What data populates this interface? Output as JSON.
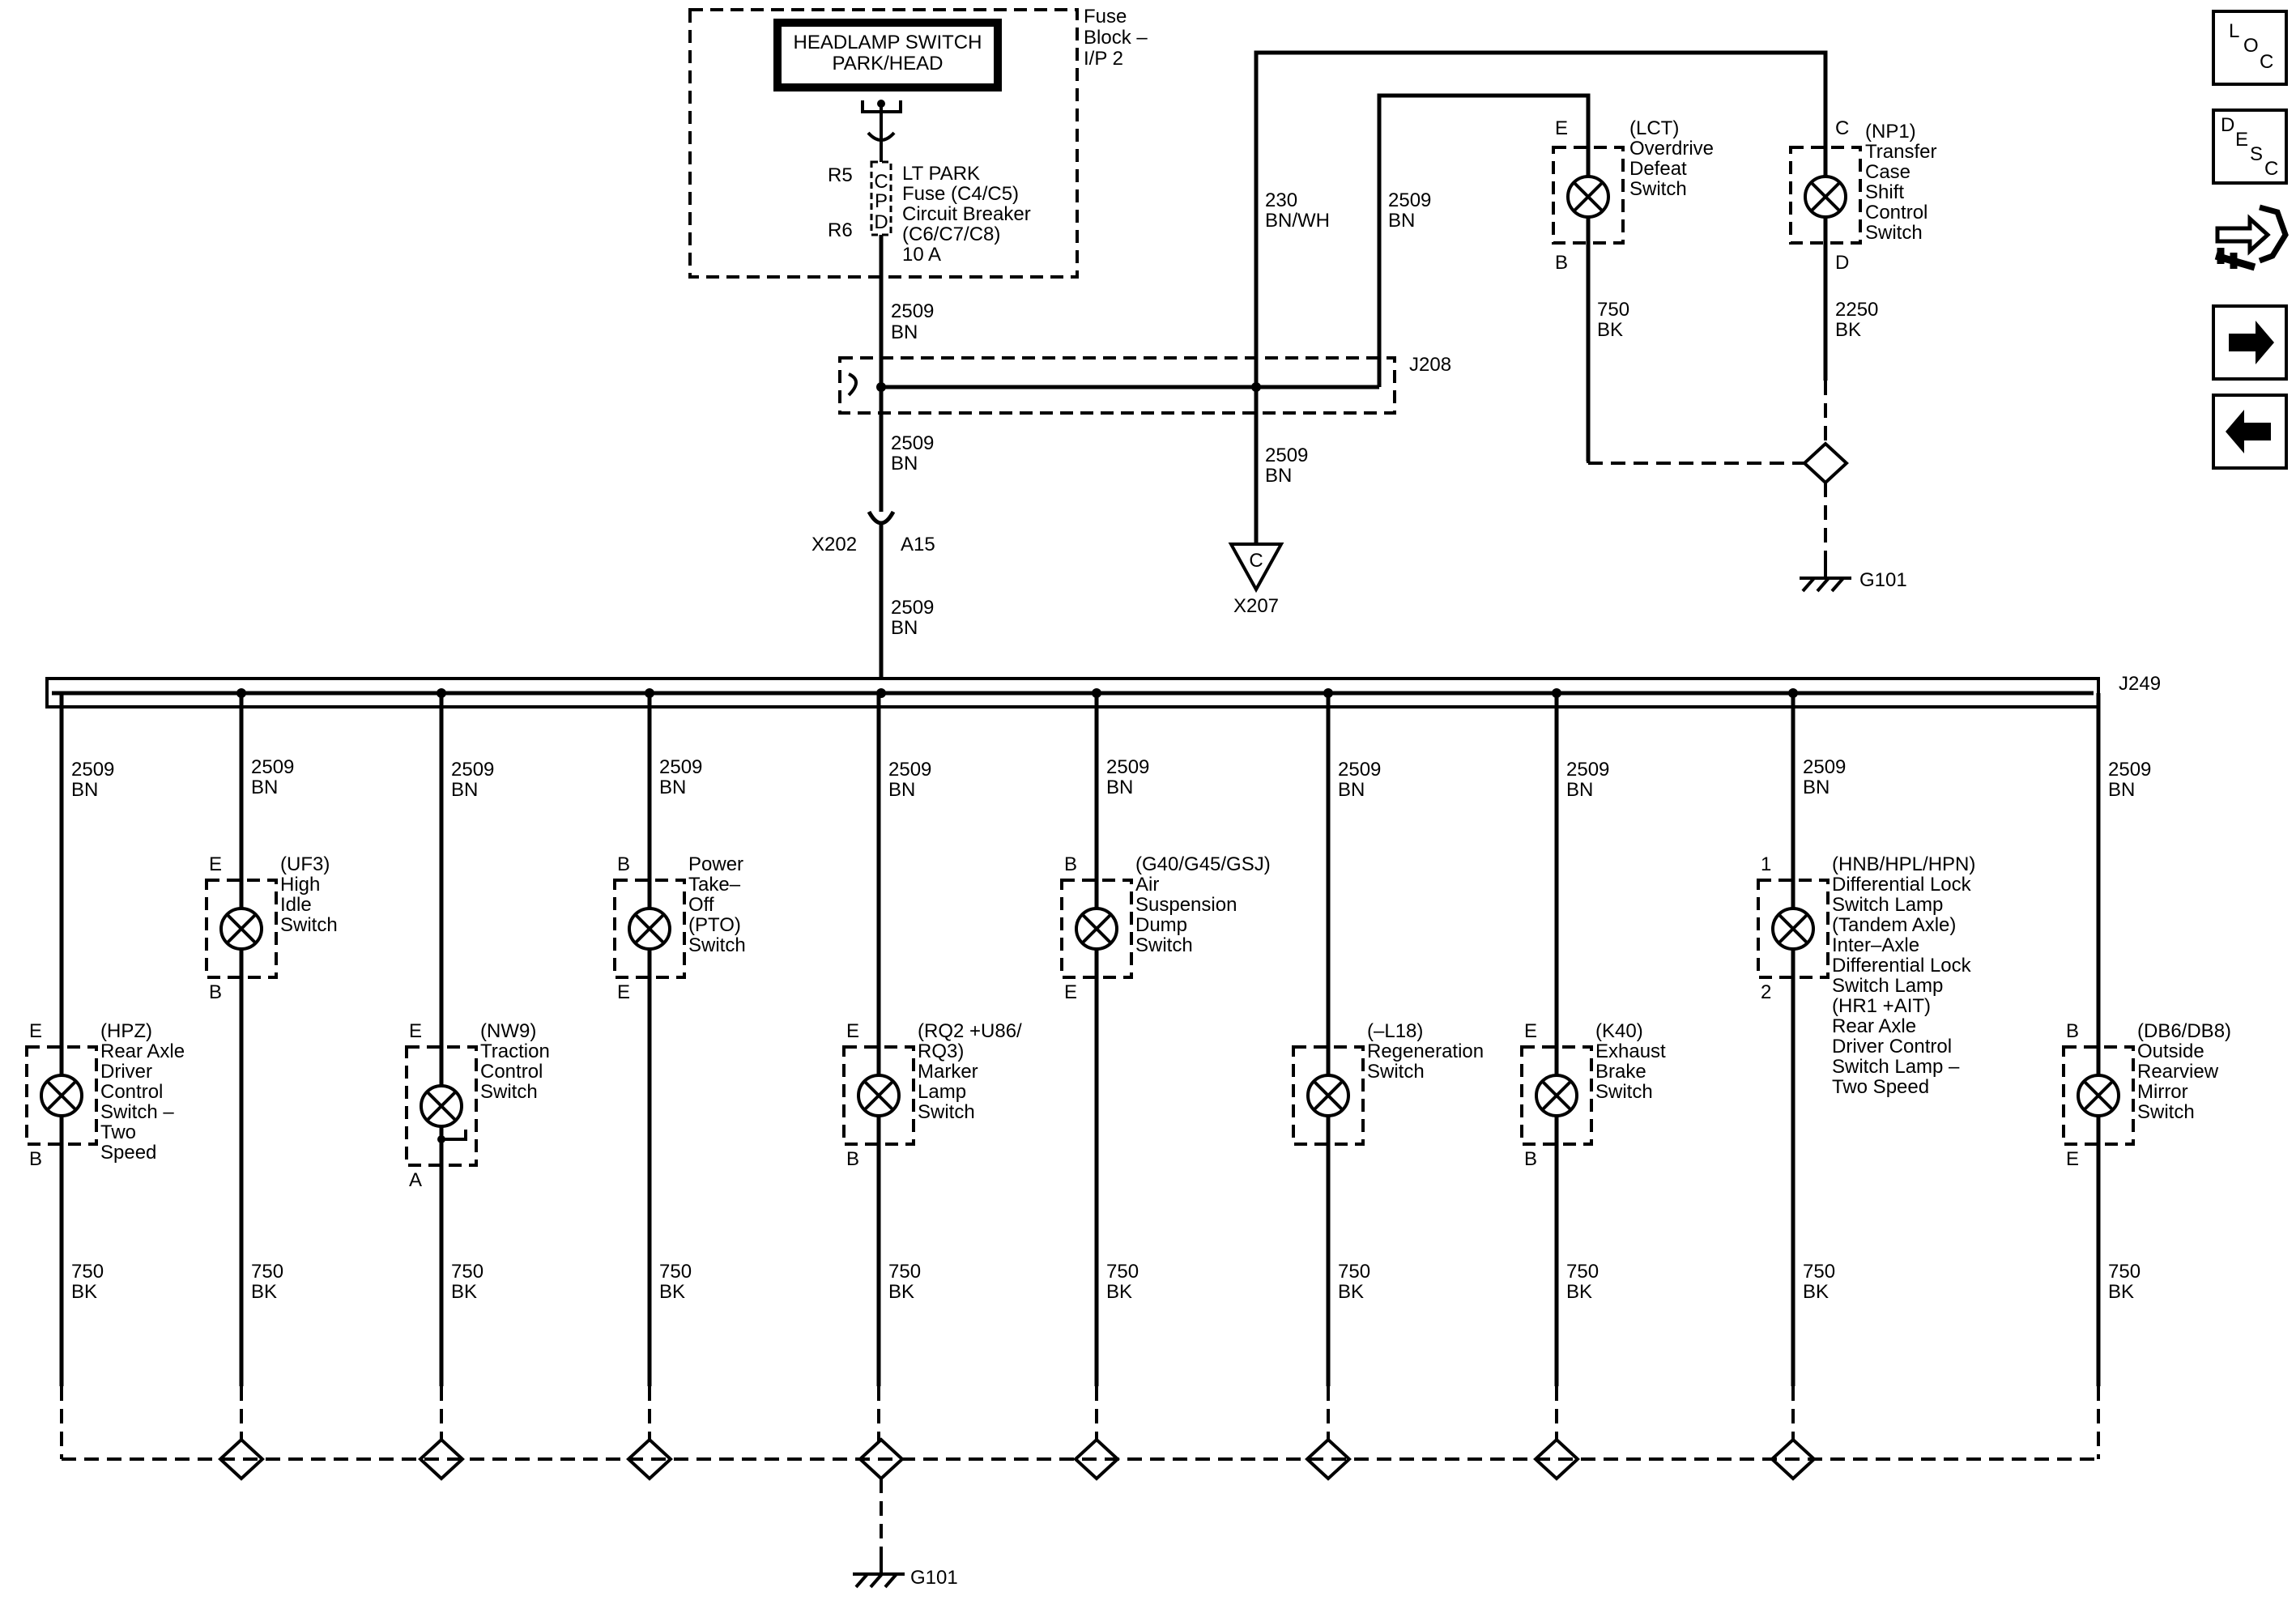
{
  "fuse_block": {
    "switch_label": [
      "HEADLAMP SWITCH",
      "PARK/HEAD"
    ],
    "block_label": [
      "Fuse",
      "Block –",
      "I/P 2"
    ],
    "pin_r5": "R5",
    "pin_r6": "R6",
    "pins": [
      "C",
      "P",
      "D"
    ],
    "fuse_desc": [
      "LT PARK",
      "Fuse (C4/C5)",
      "Circuit Breaker",
      "(C6/C7/C8)",
      "10 A"
    ]
  },
  "wires": {
    "w2509": [
      "2509",
      "BN"
    ],
    "w230": [
      "230",
      "BN/WH"
    ],
    "w750": [
      "750",
      "BK"
    ],
    "w2250": [
      "2250",
      "BK"
    ]
  },
  "connectors": {
    "j208": "J208",
    "j249": "J249",
    "x202": "X202",
    "a15": "A15",
    "x207": "X207",
    "x207_pin": "C",
    "g101": "G101"
  },
  "top_switches": [
    {
      "id": "lct",
      "pin_top": "E",
      "pin_bottom": "B",
      "label": [
        "(LCT)",
        "Overdrive",
        "Defeat",
        "Switch"
      ]
    },
    {
      "id": "np1",
      "pin_top": "C",
      "pin_bottom": "D",
      "label": [
        "(NP1)",
        "Transfer",
        "Case",
        "Shift",
        "Control",
        "Switch"
      ]
    }
  ],
  "bus_switches": [
    {
      "id": "hpz",
      "pin_top": "E",
      "pin_bottom": "B",
      "label": [
        "(HPZ)",
        "Rear Axle",
        "Driver",
        "Control",
        "Switch –",
        "Two",
        "Speed"
      ]
    },
    {
      "id": "uf3",
      "pin_top": "E",
      "pin_bottom": "B",
      "label": [
        "(UF3)",
        "High",
        "Idle",
        "Switch"
      ]
    },
    {
      "id": "nw9",
      "pin_top": "E",
      "pin_bottom": "A",
      "label": [
        "(NW9)",
        "Traction",
        "Control",
        "Switch"
      ]
    },
    {
      "id": "pto",
      "pin_top": "B",
      "pin_bottom": "E",
      "label": [
        "Power",
        "Take–",
        "Off",
        "(PTO)",
        "Switch"
      ]
    },
    {
      "id": "rq2",
      "pin_top": "E",
      "pin_bottom": "B",
      "label": [
        "(RQ2 +U86/",
        "RQ3)",
        "Marker",
        "Lamp",
        "Switch"
      ]
    },
    {
      "id": "g40",
      "pin_top": "B",
      "pin_bottom": "E",
      "label": [
        "(G40/G45/GSJ)",
        "Air",
        "Suspension",
        "Dump",
        "Switch"
      ]
    },
    {
      "id": "l18",
      "pin_top": "",
      "pin_bottom": "",
      "label": [
        "(–L18)",
        "Regeneration",
        "Switch"
      ]
    },
    {
      "id": "k40",
      "pin_top": "E",
      "pin_bottom": "B",
      "label": [
        "(K40)",
        "Exhaust",
        "Brake",
        "Switch"
      ]
    },
    {
      "id": "hnb",
      "pin_top": "1",
      "pin_bottom": "2",
      "label": [
        "(HNB/HPL/HPN)",
        "Differential Lock",
        "Switch Lamp",
        "(Tandem Axle)",
        "Inter–Axle",
        "Differential Lock",
        "Switch Lamp",
        "(HR1 +AIT)",
        "Rear Axle",
        "Driver Control",
        "Switch Lamp –",
        "Two Speed"
      ]
    },
    {
      "id": "db6",
      "pin_top": "B",
      "pin_bottom": "E",
      "label": [
        "(DB6/DB8)",
        "Outside",
        "Rearview",
        "Mirror",
        "Switch"
      ]
    }
  ],
  "nav": {
    "loc": [
      "L",
      "O",
      "C"
    ],
    "desc": [
      "D",
      "E",
      "S",
      "C"
    ],
    "icons": [
      "connector-repair-icon",
      "arrow-right-icon",
      "arrow-left-icon"
    ]
  }
}
